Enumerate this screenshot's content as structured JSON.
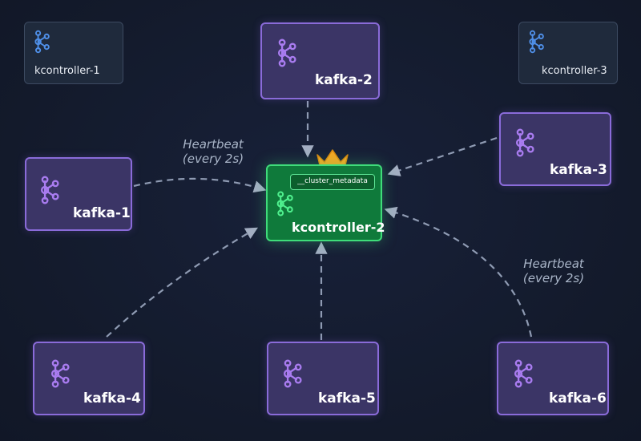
{
  "colors": {
    "background": "#141b2d",
    "broker_fill": "#3b3566",
    "broker_border": "#8a6bd9",
    "broker_icon": "#a97cf0",
    "controller_fill": "#1f2a3c",
    "controller_border": "#3c4a61",
    "controller_icon": "#4f8fe8",
    "leader_fill": "#0f7a3b",
    "leader_border": "#3fdc7a",
    "leader_icon": "#4ff08e",
    "crown": "#f5a623",
    "arrow": "#8f9bb3"
  },
  "controllers": {
    "c1": {
      "label": "kcontroller-1",
      "icon": "kafka-logo-icon"
    },
    "c2": {
      "label": "kcontroller-2",
      "icon": "kafka-logo-icon",
      "role_icon": "crown-icon",
      "topic": "__cluster_metadata"
    },
    "c3": {
      "label": "kcontroller-3",
      "icon": "kafka-logo-icon"
    }
  },
  "brokers": {
    "b1": {
      "label": "kafka-1",
      "icon": "kafka-logo-icon"
    },
    "b2": {
      "label": "kafka-2",
      "icon": "kafka-logo-icon"
    },
    "b3": {
      "label": "kafka-3",
      "icon": "kafka-logo-icon"
    },
    "b4": {
      "label": "kafka-4",
      "icon": "kafka-logo-icon"
    },
    "b5": {
      "label": "kafka-5",
      "icon": "kafka-logo-icon"
    },
    "b6": {
      "label": "kafka-6",
      "icon": "kafka-logo-icon"
    }
  },
  "heartbeat_labels": {
    "left": {
      "line1": "Heartbeat",
      "line2": "(every 2s)"
    },
    "right": {
      "line1": "Heartbeat",
      "line2": "(every 2s)"
    }
  }
}
